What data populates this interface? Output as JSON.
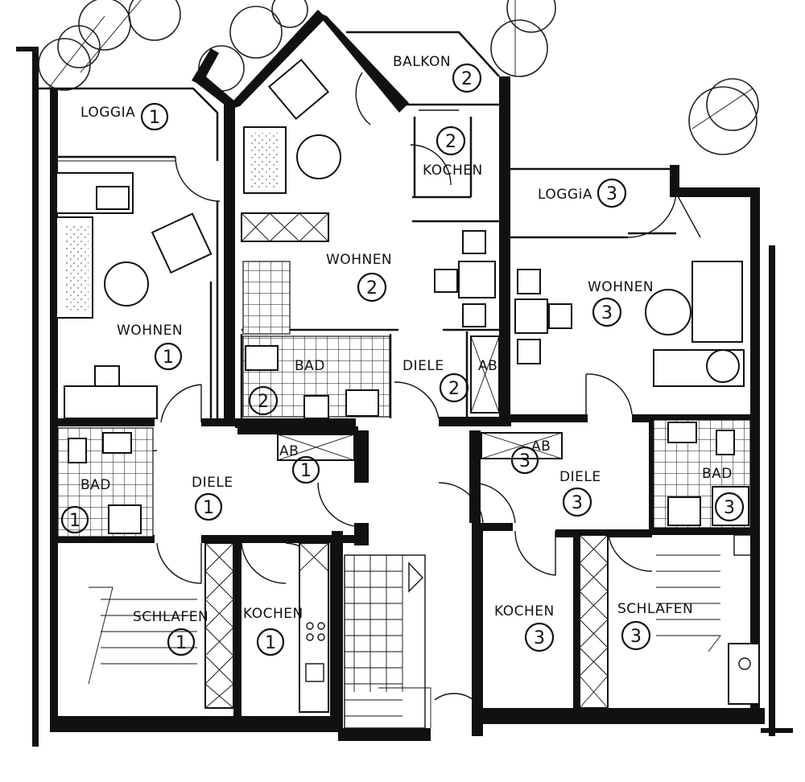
{
  "rooms": [
    {
      "id": "loggia-1",
      "label": "LOGGIA",
      "unit": "1"
    },
    {
      "id": "wohnen-1",
      "label": "WOHNEN",
      "unit": "1"
    },
    {
      "id": "bad-1",
      "label": "BAD",
      "unit": "1"
    },
    {
      "id": "diele-1",
      "label": "DIELE",
      "unit": "1"
    },
    {
      "id": "schlafen-1",
      "label": "SCHLAFEN",
      "unit": "1"
    },
    {
      "id": "kochen-1",
      "label": "KOCHEN",
      "unit": "1"
    },
    {
      "id": "ab-1",
      "label": "AB",
      "unit": "1"
    },
    {
      "id": "balkon-2",
      "label": "BALKON",
      "unit": "2"
    },
    {
      "id": "kochen-2",
      "label": "KOCHEN",
      "unit": "2"
    },
    {
      "id": "wohnen-2",
      "label": "WOHNEN",
      "unit": "2"
    },
    {
      "id": "bad-2",
      "label": "BAD",
      "unit": "2"
    },
    {
      "id": "diele-2",
      "label": "DIELE",
      "unit": "2"
    },
    {
      "id": "ab-2",
      "label": "AB",
      "unit": ""
    },
    {
      "id": "loggia-3",
      "label": "LOGGiA",
      "unit": "3"
    },
    {
      "id": "wohnen-3",
      "label": "WOHNEN",
      "unit": "3"
    },
    {
      "id": "ab-3",
      "label": "AB",
      "unit": "3"
    },
    {
      "id": "diele-3",
      "label": "DIELE",
      "unit": "3"
    },
    {
      "id": "bad-3",
      "label": "BAD",
      "unit": "3"
    },
    {
      "id": "kochen-3",
      "label": "KOCHEN",
      "unit": "3"
    },
    {
      "id": "schlafen-3",
      "label": "SCHLAFEN",
      "unit": "3"
    }
  ]
}
